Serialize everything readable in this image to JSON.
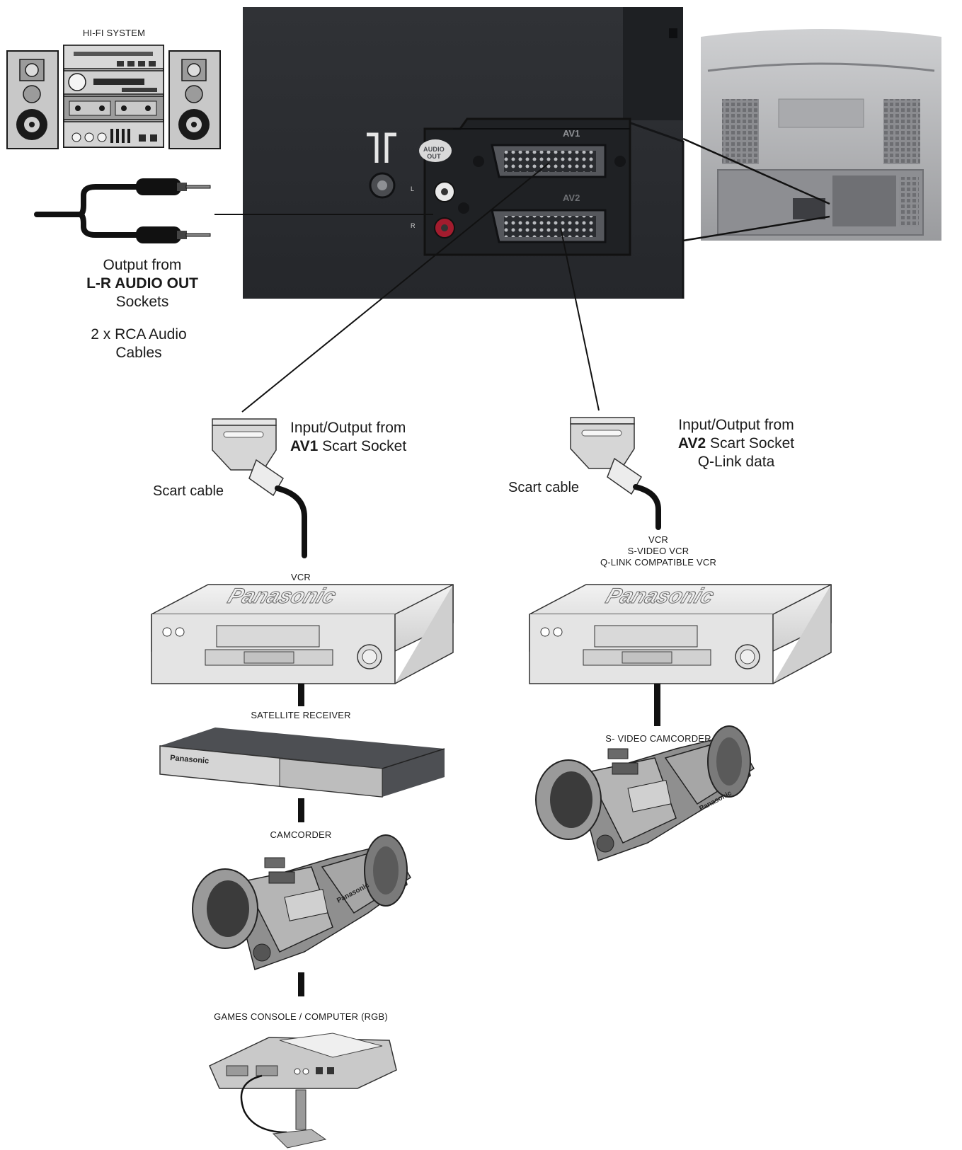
{
  "hifi": {
    "title": "HI-FI SYSTEM",
    "output_line1": "Output from",
    "output_line2": "L-R AUDIO OUT",
    "output_line3": "Sockets",
    "cable_line1": "2 x RCA  Audio",
    "cable_line2": "Cables"
  },
  "tv_panel": {
    "av1_label": "AV1",
    "av2_label": "AV2",
    "audio_out_label": "AUDIO OUT"
  },
  "av1_branch": {
    "heading_line1": "Input/Output from",
    "heading_bold": "AV1",
    "heading_rest": " Scart Socket",
    "cable_label": "Scart cable",
    "devices": [
      "VCR",
      "SATELLITE RECEIVER",
      "CAMCORDER",
      "GAMES CONSOLE / COMPUTER (RGB)"
    ]
  },
  "av2_branch": {
    "heading_line1": "Input/Output from",
    "heading_bold": "AV2",
    "heading_rest": " Scart Socket",
    "heading_line3": "Q-Link data",
    "cable_label": "Scart cable",
    "vcr_lines": [
      "VCR",
      "S-VIDEO VCR",
      "Q-LINK COMPATIBLE VCR"
    ],
    "camcorder_label": "S- VIDEO CAMCORDER"
  },
  "brand": {
    "vcr_logo": "Panasonic",
    "badge": "Panasonic"
  },
  "colors": {
    "panel_dark": "#2b2d31",
    "panel_mid": "#3a3c41",
    "device_light": "#e8e8e8",
    "device_mid": "#bdbdbd",
    "cable": "#111111"
  }
}
